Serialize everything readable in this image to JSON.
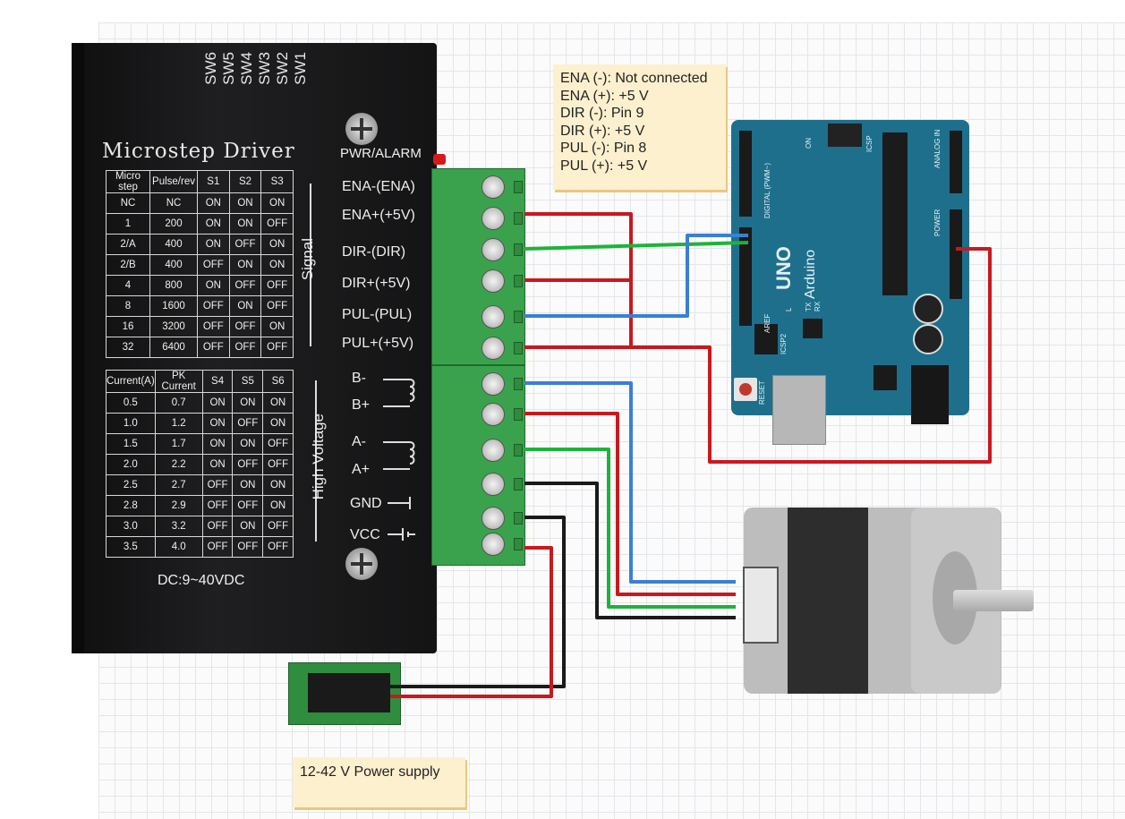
{
  "driver": {
    "title": "Microstep Driver",
    "switches": [
      "SW6",
      "SW5",
      "SW4",
      "SW3",
      "SW2",
      "SW1"
    ],
    "pwr_alarm": "PWR/ALARM",
    "signal_label": "Signal",
    "high_voltage_label": "High Voltage",
    "dc_range": "DC:9~40VDC",
    "signal_pins": [
      "ENA-(ENA)",
      "ENA+(+5V)",
      "DIR-(DIR)",
      "DIR+(+5V)",
      "PUL-(PUL)",
      "PUL+(+5V)"
    ],
    "hv_pins": [
      "B-",
      "B+",
      "A-",
      "A+",
      "GND",
      "VCC"
    ],
    "microstep_table": {
      "headers": [
        "Micro step",
        "Pulse/rev",
        "S1",
        "S2",
        "S3"
      ],
      "rows": [
        [
          "NC",
          "NC",
          "ON",
          "ON",
          "ON"
        ],
        [
          "1",
          "200",
          "ON",
          "ON",
          "OFF"
        ],
        [
          "2/A",
          "400",
          "ON",
          "OFF",
          "ON"
        ],
        [
          "2/B",
          "400",
          "OFF",
          "ON",
          "ON"
        ],
        [
          "4",
          "800",
          "ON",
          "OFF",
          "OFF"
        ],
        [
          "8",
          "1600",
          "OFF",
          "ON",
          "OFF"
        ],
        [
          "16",
          "3200",
          "OFF",
          "OFF",
          "ON"
        ],
        [
          "32",
          "6400",
          "OFF",
          "OFF",
          "OFF"
        ]
      ]
    },
    "current_table": {
      "headers": [
        "Current(A)",
        "PK Current",
        "S4",
        "S5",
        "S6"
      ],
      "rows": [
        [
          "0.5",
          "0.7",
          "ON",
          "ON",
          "ON"
        ],
        [
          "1.0",
          "1.2",
          "ON",
          "OFF",
          "ON"
        ],
        [
          "1.5",
          "1.7",
          "ON",
          "ON",
          "OFF"
        ],
        [
          "2.0",
          "2.2",
          "ON",
          "OFF",
          "OFF"
        ],
        [
          "2.5",
          "2.7",
          "OFF",
          "ON",
          "ON"
        ],
        [
          "2.8",
          "2.9",
          "OFF",
          "OFF",
          "ON"
        ],
        [
          "3.0",
          "3.2",
          "OFF",
          "ON",
          "OFF"
        ],
        [
          "3.5",
          "4.0",
          "OFF",
          "OFF",
          "OFF"
        ]
      ]
    }
  },
  "note_top": {
    "lines": [
      "ENA (-): Not connected",
      "ENA (+): +5 V",
      "DIR (-): Pin  9",
      "DIR (+): +5 V",
      "PUL (-): Pin 8",
      "PUL (+): +5 V"
    ]
  },
  "note_bottom": {
    "text": "12-42 V Power supply"
  },
  "arduino": {
    "brand": "Arduino",
    "model": "UNO",
    "reset": "RESET",
    "icsp": "ICSP",
    "icsp2": "ICSP2",
    "digital": "DIGITAL (PWM~)",
    "analog": "ANALOG IN",
    "power": "POWER",
    "tx": "TX",
    "rx": "RX",
    "l": "L",
    "aref": "AREF",
    "on": "ON"
  },
  "colors": {
    "red_wire": "#c8191e",
    "green_wire": "#1db33a",
    "blue_wire": "#3a7fd5",
    "black_wire": "#1a1a1a",
    "board": "#1e6f8c",
    "terminal": "#3aa24c"
  }
}
